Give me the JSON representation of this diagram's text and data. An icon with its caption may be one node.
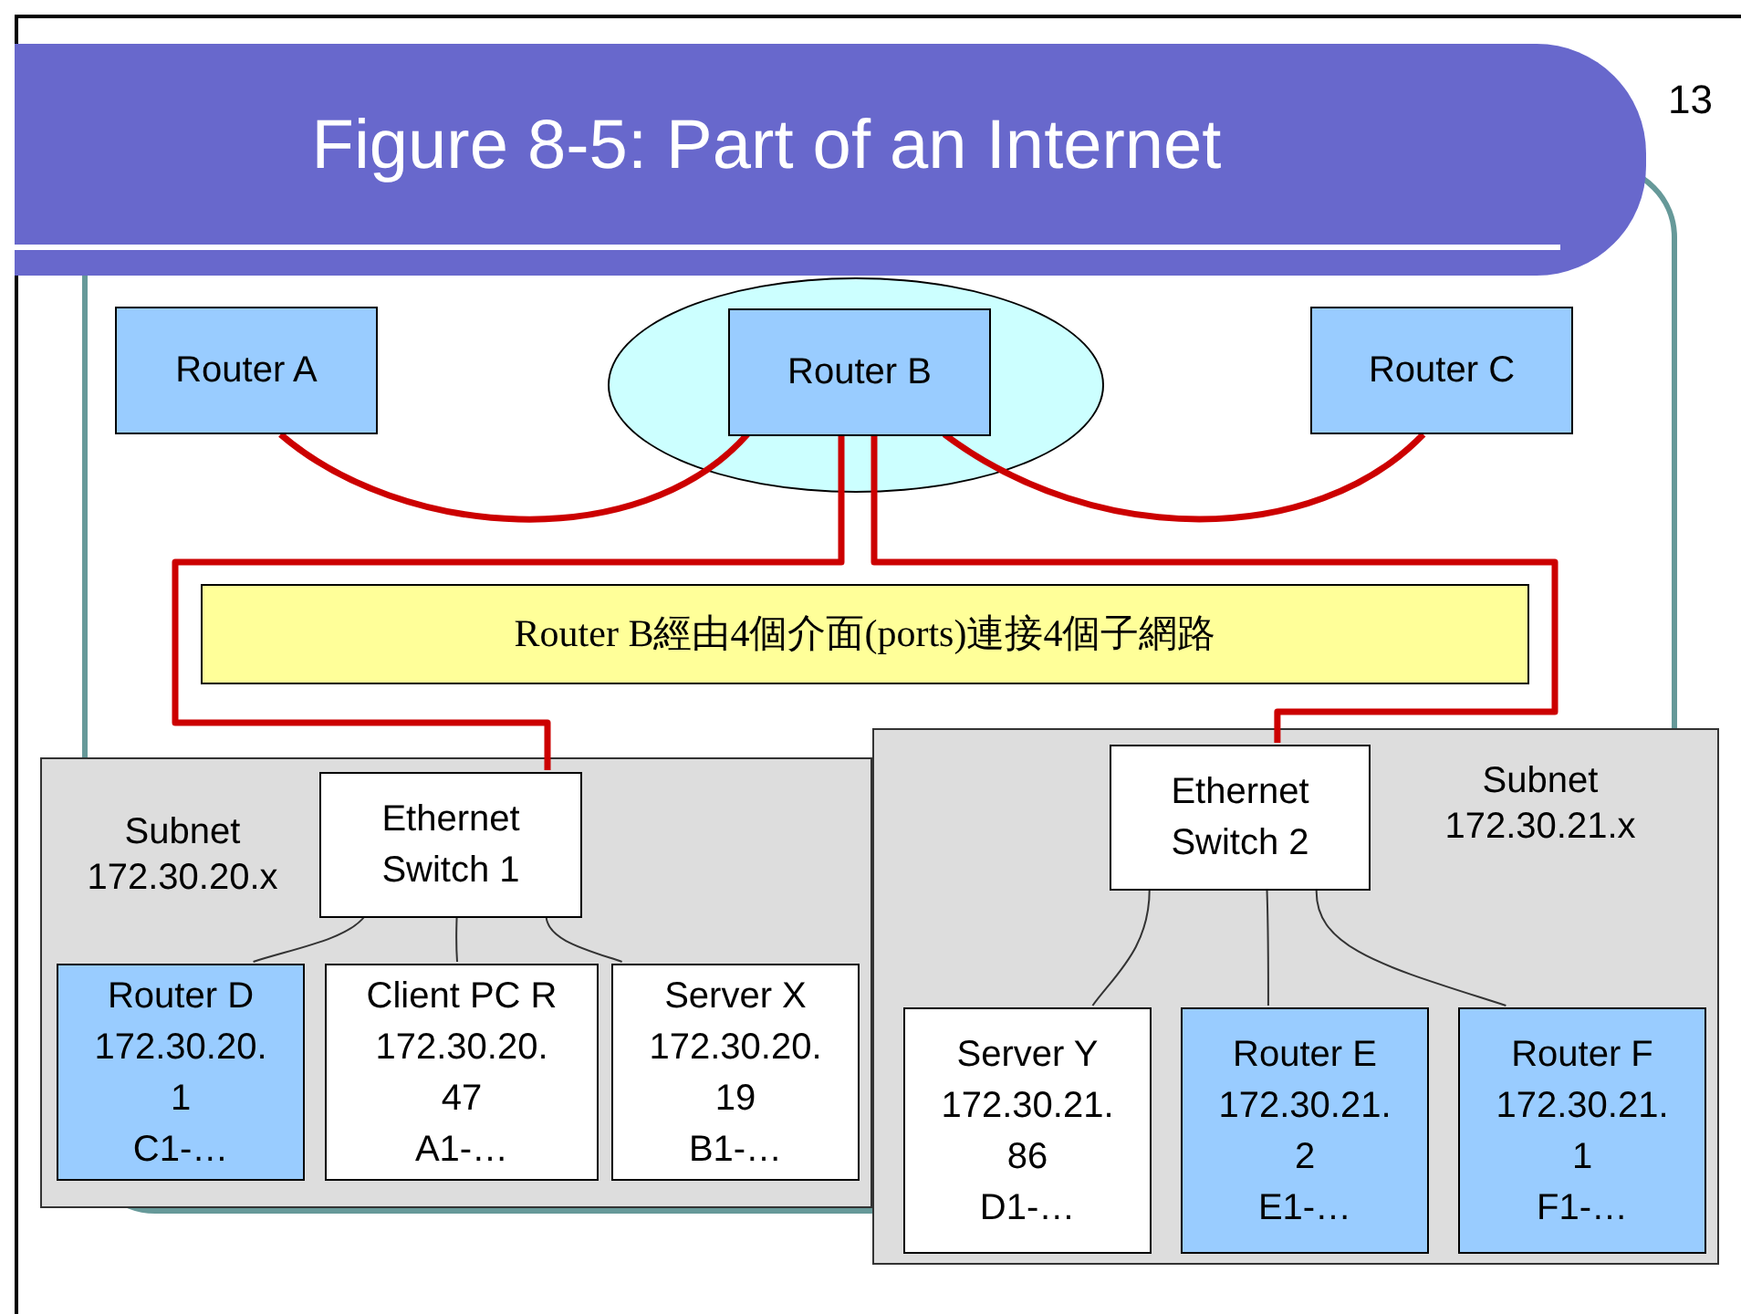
{
  "diagram": {
    "title": "Figure 8-5: Part of an Internet",
    "nodes": [
      {
        "text": [
          "Router A"
        ]
      },
      {
        "text": [],
        "shape": "ellipse"
      },
      {
        "text": [
          "Router B"
        ],
        "in": 1
      },
      {
        "text": [
          "Router C"
        ]
      },
      {
        "text": [
          "Router B經由4個介面(ports)連接4個子網路"
        ]
      },
      {
        "text": [
          "Subnet 172.30.20.x"
        ]
      },
      {
        "text": [
          "Ethernet Switch 1"
        ],
        "in": 5
      },
      {
        "text": [
          "Router D",
          "172.30.20. 1",
          "C1-…"
        ],
        "in": 5
      },
      {
        "text": [
          "Client PC R",
          "172.30.20. 47",
          "A1-…"
        ],
        "in": 5
      },
      {
        "text": [
          "Server X",
          "172.30.20. 19",
          "B1-…"
        ],
        "in": 5
      },
      {
        "text": [
          "Subnet 172.30.21.x"
        ]
      },
      {
        "text": [
          "Ethernet Switch 2"
        ],
        "in": 10
      },
      {
        "text": [
          "Server Y",
          "172.30.21. 86",
          "D1-…"
        ],
        "in": 10
      },
      {
        "text": [
          "Router E",
          "172.30.21. 2",
          "E1-…"
        ],
        "in": 10
      },
      {
        "text": [
          "Router F",
          "172.30.21. 1",
          "F1-…"
        ],
        "in": 10
      }
    ],
    "edges": [
      {
        "from": 0,
        "to": 2,
        "arrow": "none",
        "style": "thick",
        "color": "#cc0000"
      },
      {
        "from": 2,
        "to": 3,
        "arrow": "none",
        "style": "thick",
        "color": "#cc0000"
      },
      {
        "from": 2,
        "to": 6,
        "arrow": "none",
        "style": "thick",
        "color": "#cc0000"
      },
      {
        "from": 2,
        "to": 11,
        "arrow": "none",
        "style": "thick",
        "color": "#cc0000"
      },
      {
        "from": 6,
        "to": 7,
        "arrow": "none"
      },
      {
        "from": 6,
        "to": 8,
        "arrow": "none"
      },
      {
        "from": 6,
        "to": 9,
        "arrow": "none"
      },
      {
        "from": 11,
        "to": 12,
        "arrow": "none"
      },
      {
        "from": 11,
        "to": 13,
        "arrow": "none"
      },
      {
        "from": 11,
        "to": 14,
        "arrow": "none"
      }
    ],
    "labels": [
      "13"
    ]
  }
}
